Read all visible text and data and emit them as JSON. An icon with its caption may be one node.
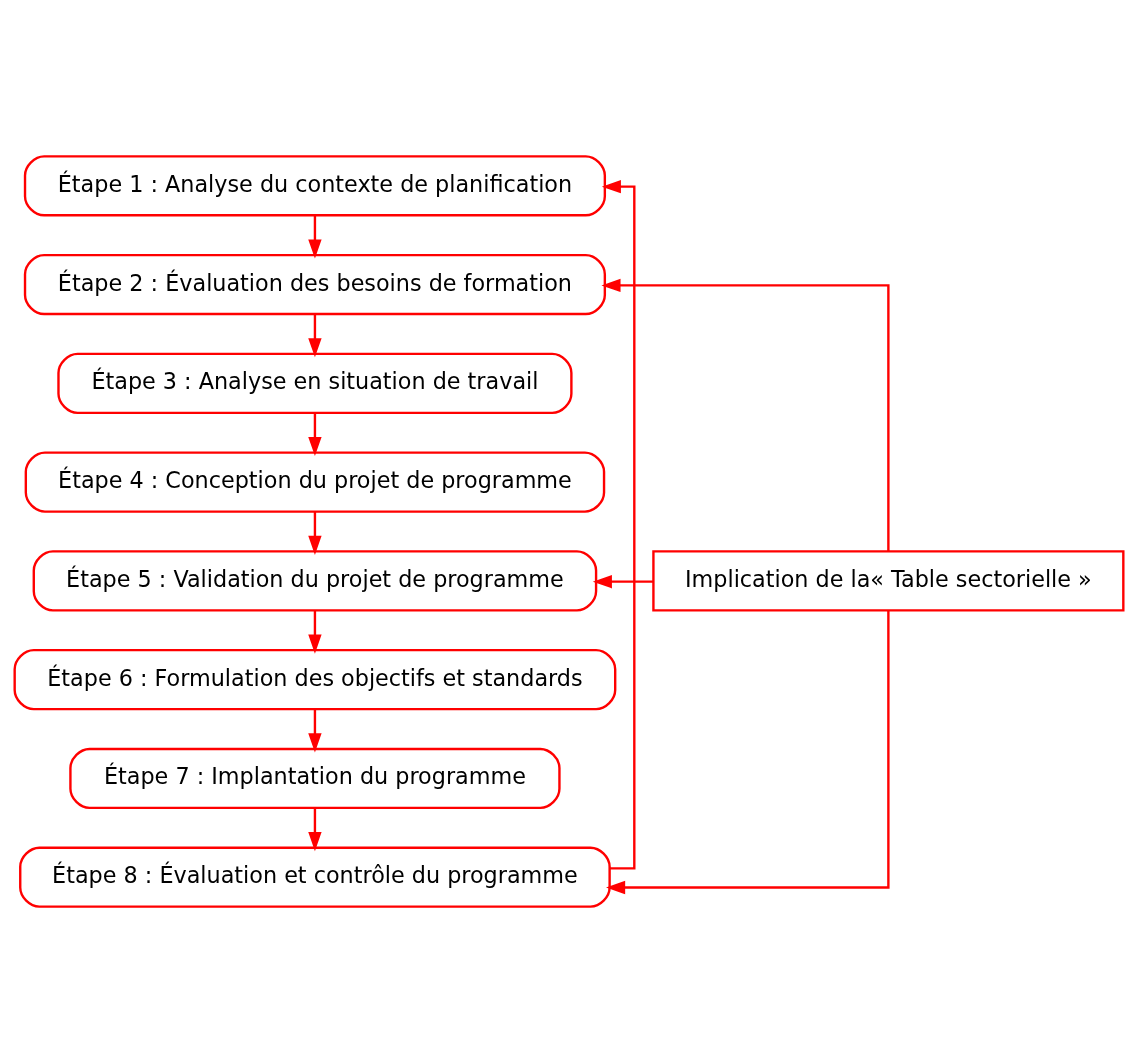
{
  "diagram": {
    "nodes": [
      {
        "text": [
          "Étape 1 : Analyse du contexte de planification"
        ]
      },
      {
        "text": [
          "Étape 2 : Évaluation des besoins de formation"
        ]
      },
      {
        "text": [
          "Étape 3 : Analyse en situation de travail"
        ]
      },
      {
        "text": [
          "Étape 4 : Conception du projet de programme"
        ]
      },
      {
        "text": [
          "Étape 5 : Validation du projet de programme"
        ]
      },
      {
        "text": [
          "Étape 6 : Formulation des objectifs et standards"
        ]
      },
      {
        "text": [
          "Étape 7 : Implantation du programme"
        ]
      },
      {
        "text": [
          "Étape 8 : Évaluation et contrôle du programme"
        ]
      },
      {
        "text": [
          "Implication de la« Table sectorielle »"
        ]
      }
    ],
    "edges": [
      {
        "from": 0,
        "to": 1,
        "arrow": "to"
      },
      {
        "from": 1,
        "to": 2,
        "arrow": "to"
      },
      {
        "from": 2,
        "to": 3,
        "arrow": "to"
      },
      {
        "from": 3,
        "to": 4,
        "arrow": "to"
      },
      {
        "from": 4,
        "to": 5,
        "arrow": "to"
      },
      {
        "from": 5,
        "to": 6,
        "arrow": "to"
      },
      {
        "from": 6,
        "to": 7,
        "arrow": "to"
      },
      {
        "from": 7,
        "to": 0,
        "arrow": "to"
      },
      {
        "from": 8,
        "to": 1,
        "arrow": "to"
      },
      {
        "from": 8,
        "to": 4,
        "arrow": "to"
      },
      {
        "from": 8,
        "to": 7,
        "arrow": "to"
      }
    ]
  }
}
